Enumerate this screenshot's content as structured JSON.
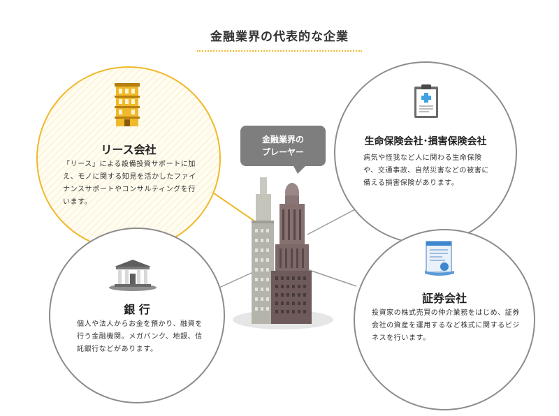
{
  "title": "金融業界の代表的な企業",
  "center": {
    "bubble_line1": "金融業界の",
    "bubble_line2": "プレーヤー"
  },
  "nodes": {
    "lease": {
      "title": "リース会社",
      "description": "「リース」による設備投資サポートに加え、モノに関する知見を活かしたファイナンスサポートやコンサルティングを行います。",
      "icon": "building-icon"
    },
    "bank": {
      "title": "銀 行",
      "description": "個人や法人からお金を預かり、融資を行う金融機関。メガバンク、地銀、信託銀行などがあります。",
      "icon": "bank-icon"
    },
    "insurance": {
      "title": "生命保険会社･損害保険会社",
      "description": "病気や怪我など人に関わる生命保険や、交通事故、自然災害などの被害に備える損害保険があります。",
      "icon": "clipboard-medical-icon"
    },
    "securities": {
      "title": "証券会社",
      "description": "投資家の株式売買の仲介業務をはじめ、証券会社の資産を運用するなど株式に関するビジネスを行います。",
      "icon": "certificate-icon"
    }
  },
  "colors": {
    "accent": "#f0b92b",
    "line_gray": "#8c8c8c",
    "bubble": "#7e7e7e"
  }
}
